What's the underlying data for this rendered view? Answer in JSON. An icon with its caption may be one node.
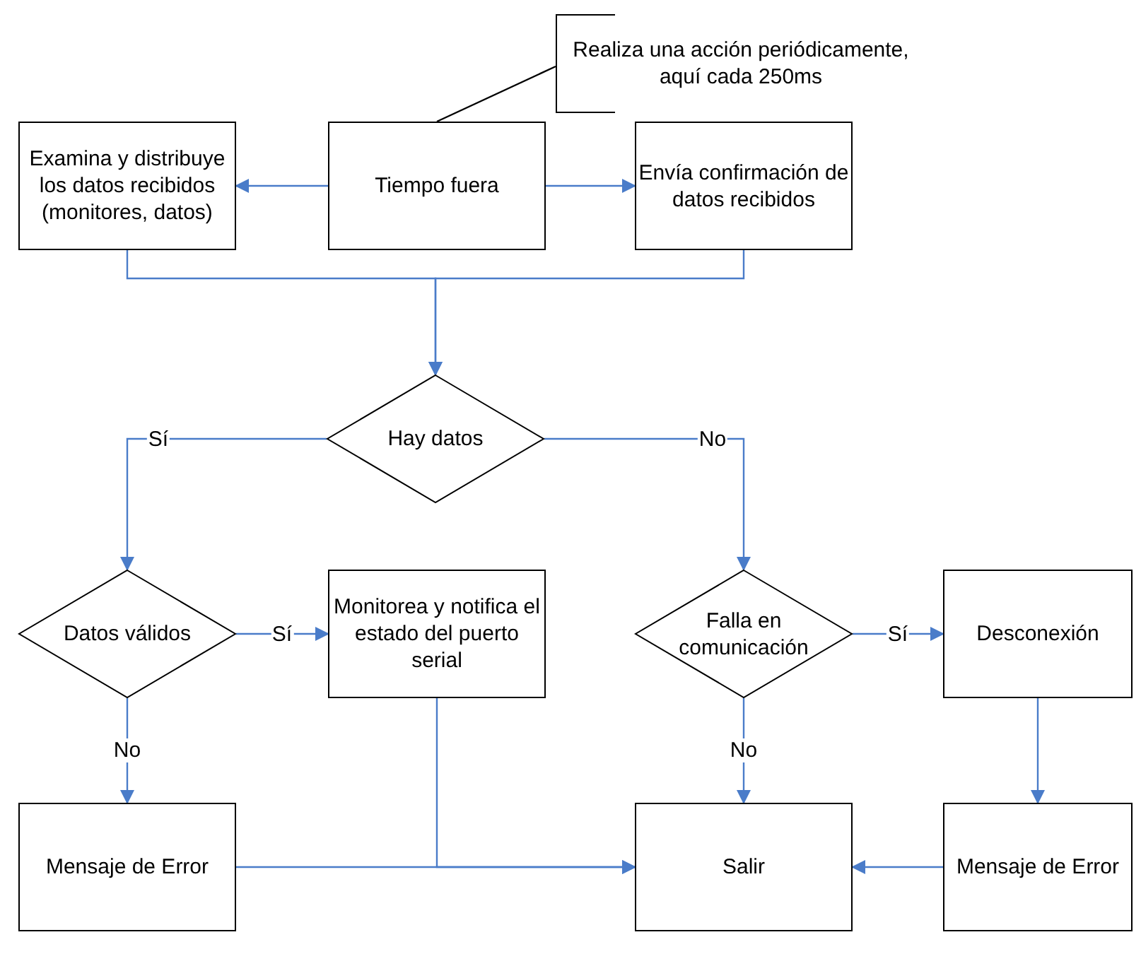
{
  "diagram": {
    "nodes": [
      {
        "text": [
          "Realiza una acción periódicamente, aquí cada 250ms"
        ]
      },
      {
        "text": [
          "Examina y distribuye los datos recibidos (monitores, datos)"
        ]
      },
      {
        "text": [
          "Tiempo fuera"
        ]
      },
      {
        "text": [
          "Envía confirmación de datos recibidos"
        ]
      },
      {
        "text": [
          "Hay datos"
        ]
      },
      {
        "text": [
          "Datos válidos"
        ]
      },
      {
        "text": [
          "Monitorea y notifica el estado del puerto serial"
        ]
      },
      {
        "text": [
          "Falla en comunicación"
        ]
      },
      {
        "text": [
          "Desconexión"
        ]
      },
      {
        "text": [
          "Mensaje de Error"
        ]
      },
      {
        "text": [
          "Salir"
        ]
      },
      {
        "text": [
          "Mensaje de Error"
        ]
      }
    ],
    "edges": [
      {
        "from": 2,
        "to": 1,
        "arrow": "to"
      },
      {
        "from": 2,
        "to": 3,
        "arrow": "to"
      },
      {
        "from": 1,
        "to": 4,
        "arrow": "to"
      },
      {
        "from": 3,
        "to": 4,
        "arrow": "to"
      },
      {
        "from": 4,
        "to": 5,
        "arrow": "to",
        "label": "Sí"
      },
      {
        "from": 4,
        "to": 7,
        "arrow": "to",
        "label": "No"
      },
      {
        "from": 5,
        "to": 6,
        "arrow": "to",
        "label": "Sí"
      },
      {
        "from": 5,
        "to": 9,
        "arrow": "to",
        "label": "No"
      },
      {
        "from": 7,
        "to": 8,
        "arrow": "to",
        "label": "Sí"
      },
      {
        "from": 7,
        "to": 10,
        "arrow": "to",
        "label": "No"
      },
      {
        "from": 8,
        "to": 11,
        "arrow": "to"
      },
      {
        "from": 9,
        "to": 10,
        "arrow": "to"
      },
      {
        "from": 6,
        "to": 10,
        "arrow": "to"
      },
      {
        "from": 11,
        "to": 10,
        "arrow": "to"
      },
      {
        "from": 2,
        "to": 0,
        "arrow": "none",
        "color": "#000000"
      }
    ]
  }
}
